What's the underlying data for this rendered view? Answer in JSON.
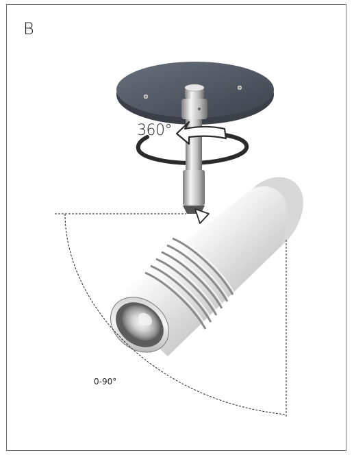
{
  "panel": {
    "letter": "B"
  },
  "labels": {
    "rotation": "360°",
    "tilt": "0-90°"
  },
  "colors": {
    "frame": "#6e6e6e",
    "plate_top": "#4e5460",
    "plate_edge": "#3a3f48",
    "metal_light": "#f2f2f2",
    "metal_mid": "#c9c9c9",
    "metal_dark": "#8f8f8f",
    "arrow_dark": "#2a2a2a",
    "dash": "#222222"
  }
}
